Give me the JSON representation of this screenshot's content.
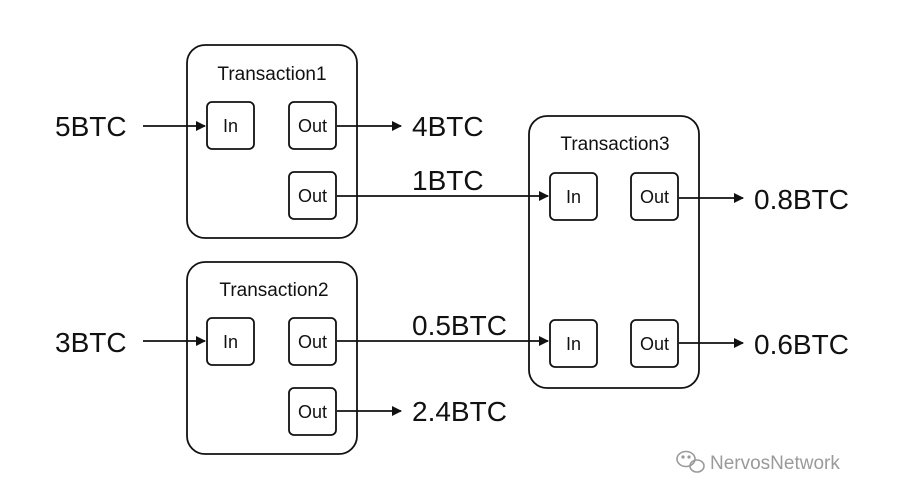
{
  "transactions": {
    "tx1": {
      "title": "Transaction1"
    },
    "tx2": {
      "title": "Transaction2"
    },
    "tx3": {
      "title": "Transaction3"
    }
  },
  "ports": {
    "in": "In",
    "out": "Out"
  },
  "amounts": {
    "tx1_input": "5BTC",
    "tx1_output_1": "4BTC",
    "tx1_to_tx3": "1BTC",
    "tx2_input": "3BTC",
    "tx2_to_tx3": "0.5BTC",
    "tx2_output_2": "2.4BTC",
    "tx3_output_1": "0.8BTC",
    "tx3_output_2": "0.6BTC"
  },
  "watermark": {
    "icon": "wechat-icon",
    "text": "NervosNetwork"
  },
  "colors": {
    "stroke": "#111111",
    "watermark": "#9a9a9a"
  }
}
